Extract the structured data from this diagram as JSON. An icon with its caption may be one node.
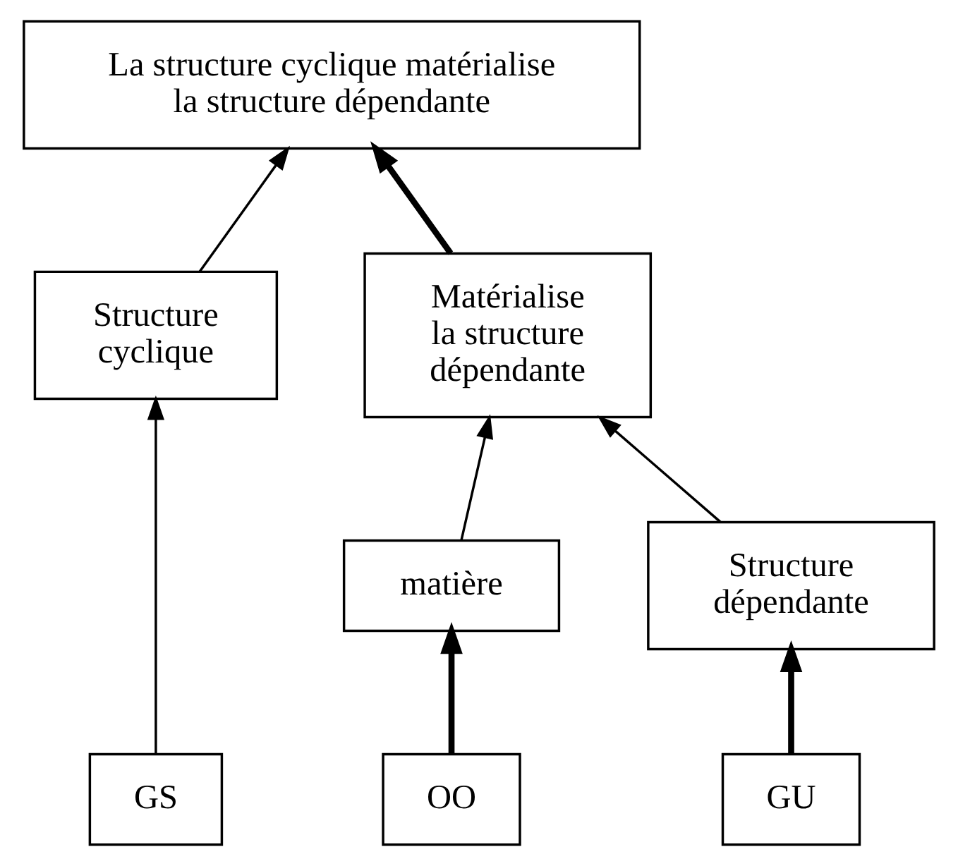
{
  "diagram": {
    "nodes": [
      {
        "text": [
          "La structure cyclique matérialise la structure dépendante"
        ]
      },
      {
        "text": [
          "Structure cyclique"
        ]
      },
      {
        "text": [
          "Matérialise la structure dépendante"
        ]
      },
      {
        "text": [
          "matière"
        ]
      },
      {
        "text": [
          "Structure dépendante"
        ]
      },
      {
        "text": [
          "GS"
        ]
      },
      {
        "text": [
          "OO"
        ]
      },
      {
        "text": [
          "GU"
        ]
      }
    ],
    "edges": [
      {
        "from": 1,
        "to": 0,
        "arrow": "to"
      },
      {
        "from": 2,
        "to": 0,
        "arrow": "to",
        "style": "thick"
      },
      {
        "from": 5,
        "to": 1,
        "arrow": "to"
      },
      {
        "from": 3,
        "to": 2,
        "arrow": "to"
      },
      {
        "from": 4,
        "to": 2,
        "arrow": "to"
      },
      {
        "from": 6,
        "to": 3,
        "arrow": "to",
        "style": "thick"
      },
      {
        "from": 7,
        "to": 4,
        "arrow": "to",
        "style": "thick"
      }
    ]
  }
}
